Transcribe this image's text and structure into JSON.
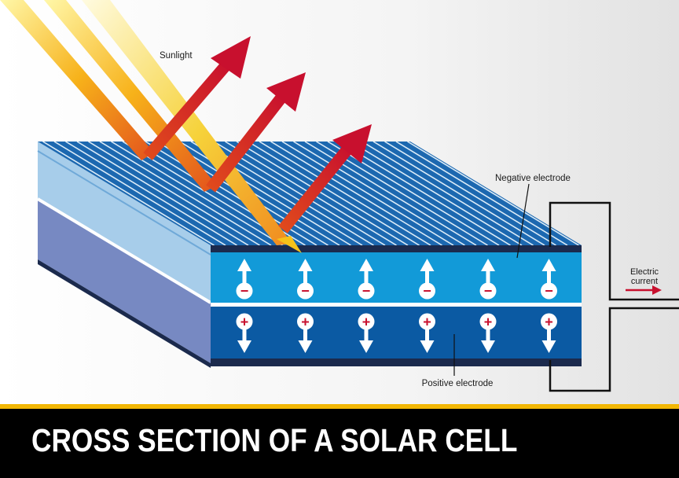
{
  "labels": {
    "sunlight": "Sunlight",
    "negative_electrode": "Negative electrode",
    "electric_current_line1": "Electric",
    "electric_current_line2": "current",
    "positive_electrode": "Positive electrode"
  },
  "title": "CROSS SECTION OF A SOLAR CELL",
  "charges": {
    "negative_symbol": "−",
    "positive_symbol": "+",
    "count_per_row": 6
  },
  "colors": {
    "top_surface": "#1c68b0",
    "n_layer": "#129ad8",
    "p_layer": "#0b5aa3",
    "side_light": "#a7cdea",
    "side_dark": "#7789c2",
    "electrode": "#1b2a4d",
    "arrow_red": "#c8102e",
    "title_bg": "#000000",
    "title_accent": "#f2b705"
  }
}
